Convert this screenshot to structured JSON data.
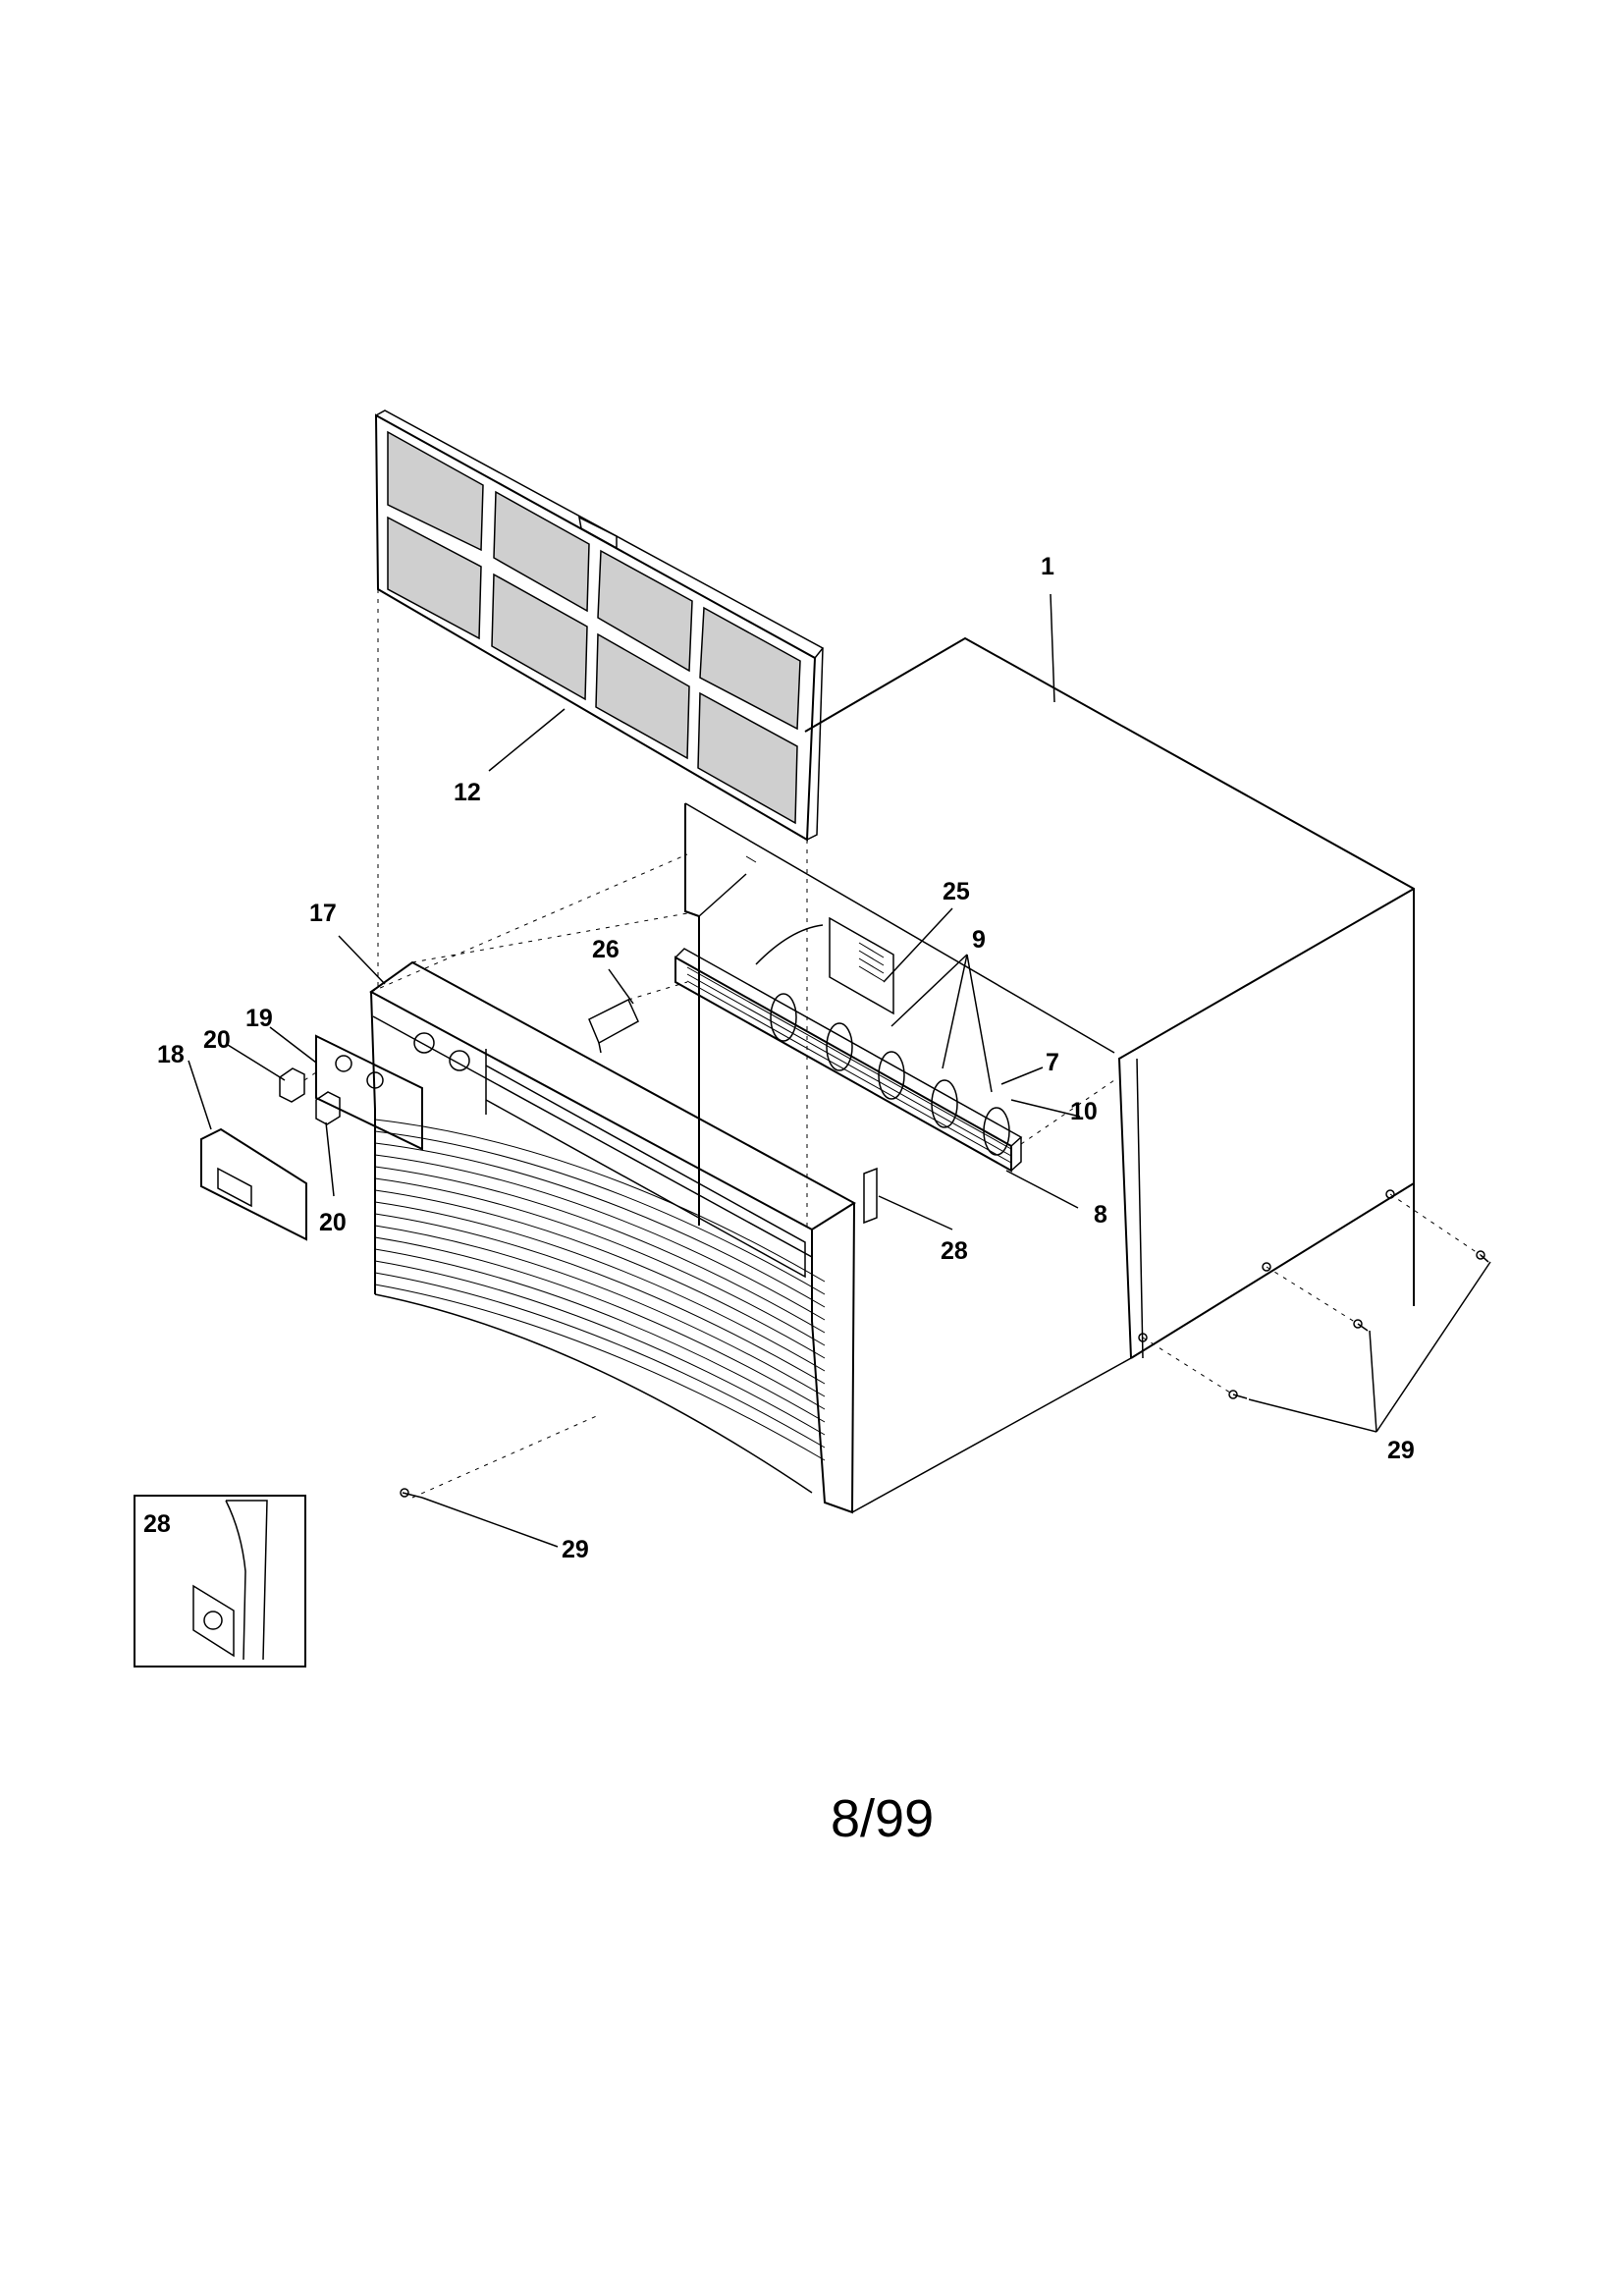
{
  "diagram": {
    "callouts": {
      "c1": "1",
      "c12": "12",
      "c17": "17",
      "c25": "25",
      "c26": "26",
      "c9": "9",
      "c7": "7",
      "c10": "10",
      "c8": "8",
      "c19": "19",
      "c18": "18",
      "c20a": "20",
      "c20b": "20",
      "c28a": "28",
      "c28b": "28",
      "c29a": "29",
      "c29b": "29"
    },
    "date_code": "8/99"
  }
}
